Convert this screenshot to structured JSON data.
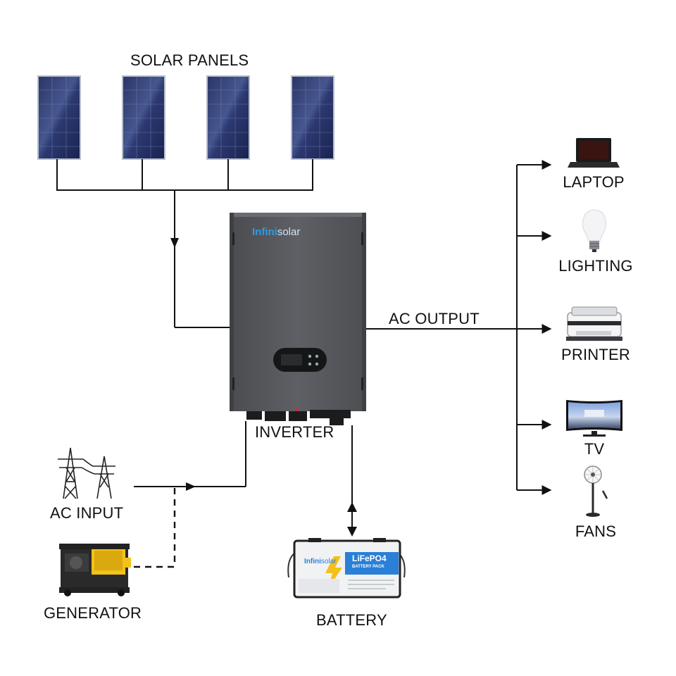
{
  "labels": {
    "solar_panels": "SOLAR PANELS",
    "inverter": "INVERTER",
    "ac_output": "AC OUTPUT",
    "ac_input": "AC INPUT",
    "generator": "GENERATOR",
    "battery": "BATTERY",
    "laptop": "LAPTOP",
    "lighting": "LIGHTING",
    "printer": "PRINTER",
    "tv": "TV",
    "fans": "FANS"
  },
  "inverter": {
    "brand_prefix": "Infini",
    "brand_suffix": "solar"
  },
  "battery": {
    "brand_prefix": "Infini",
    "brand_suffix": "solar",
    "chemistry": "LiFePO4",
    "pack_label": "BATTERY PACK"
  },
  "colors": {
    "line": "#111111",
    "panel_dark": "#1c2550",
    "panel_light": "#5a6ca8",
    "inverter_body": "#5a5c61",
    "brand_blue": "#2f9be0",
    "battery_blue": "#2a7fd6",
    "generator_yellow": "#f2c21a"
  },
  "icons": [
    "solar-panel-icon",
    "inverter-icon",
    "power-tower-icon",
    "generator-icon",
    "battery-icon",
    "laptop-icon",
    "light-bulb-icon",
    "printer-icon",
    "tv-icon",
    "fan-icon"
  ]
}
